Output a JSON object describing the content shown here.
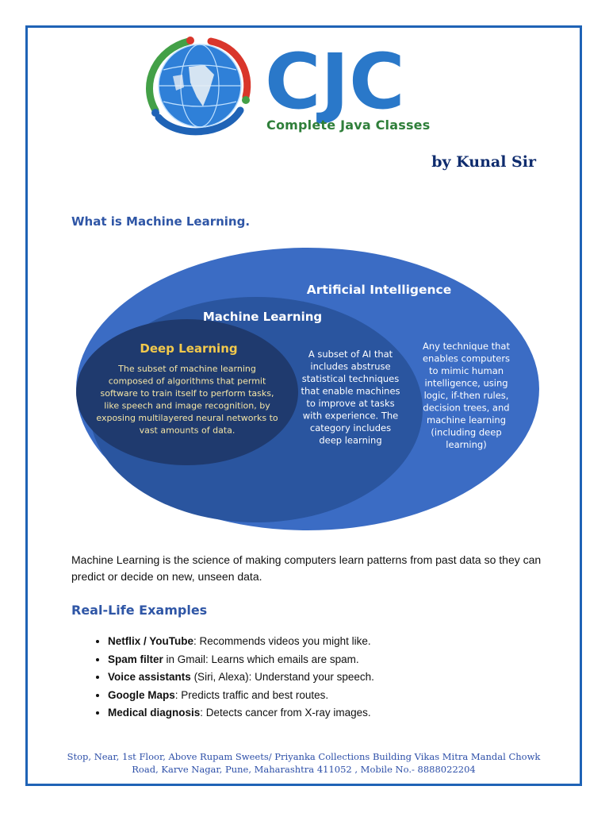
{
  "logo": {
    "brand": "CJC",
    "tagline": "Complete Java Classes",
    "colors": {
      "brand_blue": "#2a78c9",
      "tagline_green": "#2f7f3a",
      "swirl_red": "#d9362b",
      "swirl_green": "#43a047",
      "swirl_blue": "#1f63b6"
    },
    "icon": "globe-icon"
  },
  "author": "by Kunal Sir",
  "section1": {
    "heading": "What is Machine Learning."
  },
  "diagram": {
    "ai": {
      "title": "Artificial Intelligence",
      "lines": [
        "Any technique that",
        "enables computers",
        "to mimic human",
        "intelligence, using",
        "logic, if-then rules,",
        "decision trees, and",
        "machine learning",
        "(including deep",
        "learning)"
      ]
    },
    "ml": {
      "title": "Machine Learning",
      "lines": [
        "A subset of AI that",
        "includes abstruse",
        "statistical techniques",
        "that enable machines",
        "to improve at tasks",
        "with experience. The",
        "category includes",
        "deep learning"
      ]
    },
    "dl": {
      "title": "Deep Learning",
      "lines": [
        "The subset of machine learning",
        "composed of algorithms that permit",
        "software to train itself to perform tasks,",
        "like speech and image recognition, by",
        "exposing multilayered neural networks to",
        "vast amounts of data."
      ]
    },
    "colors": {
      "ai": "#3b6cc4",
      "ml": "#2a559f",
      "dl": "#1f3a6e",
      "dl_title": "#f2c94c",
      "dl_text": "#f5e6a6"
    }
  },
  "description": "Machine Learning is the science of making computers learn patterns from past data so they can predict or decide on new, unseen data.",
  "section2": {
    "heading": "Real-Life Examples"
  },
  "examples": [
    {
      "bold": "Netflix / YouTube",
      "text": ": Recommends videos you might like."
    },
    {
      "bold": "Spam filter",
      "text": " in Gmail: Learns which emails are spam."
    },
    {
      "bold": "Voice assistants",
      "text": " (Siri, Alexa): Understand your speech."
    },
    {
      "bold": "Google Maps",
      "text": ": Predicts traffic and best routes."
    },
    {
      "bold": "Medical diagnosis",
      "text": ": Detects cancer from X-ray images."
    }
  ],
  "footer": {
    "line1": "Stop, Near, 1st Floor, Above Rupam Sweets/ Priyanka Collections Building Vikas Mitra Mandal Chowk",
    "line2": "Road, Karve Nagar, Pune, Maharashtra 411052 , Mobile No.- 8888022204"
  }
}
